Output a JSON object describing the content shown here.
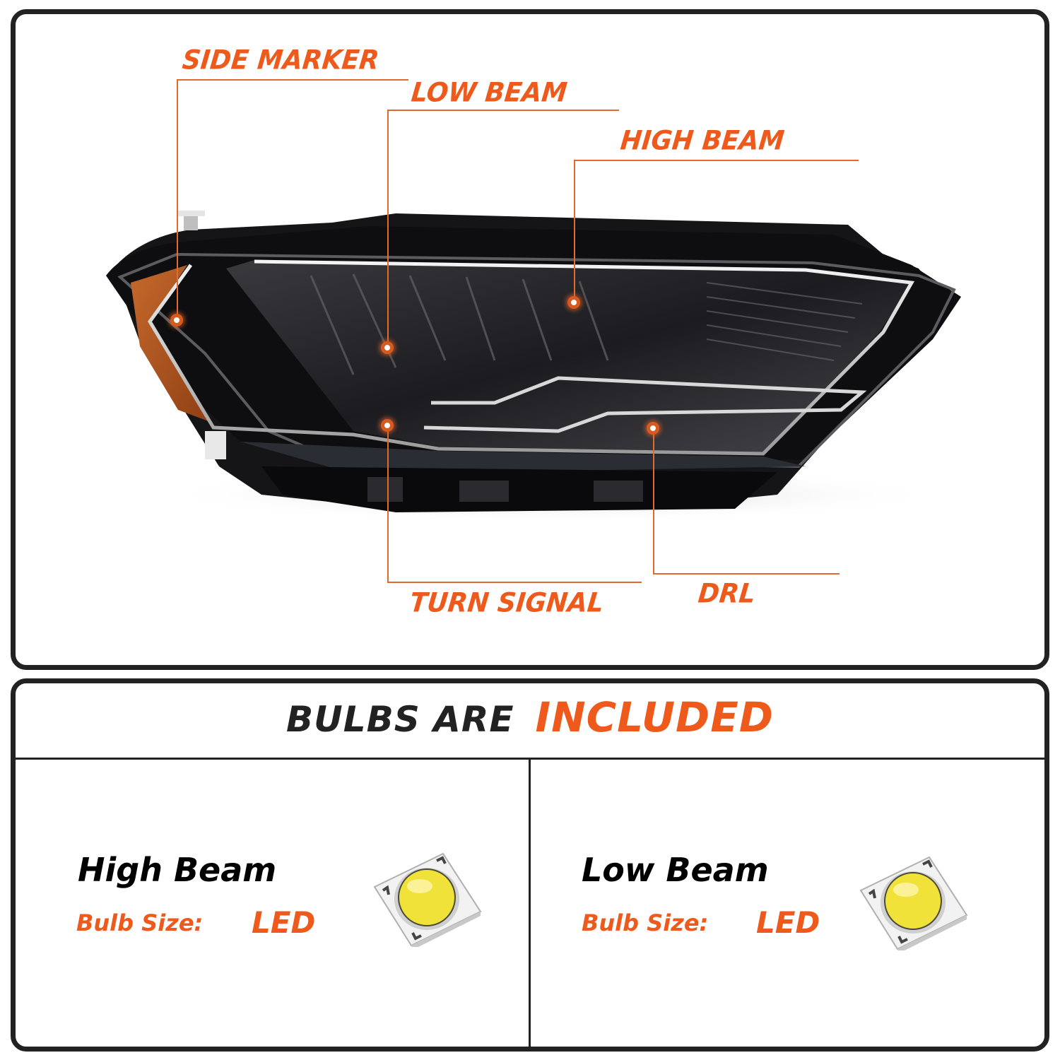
{
  "diagram": {
    "callouts": [
      {
        "id": "side-marker",
        "label": "SIDE MARKER"
      },
      {
        "id": "low-beam",
        "label": "LOW BEAM"
      },
      {
        "id": "high-beam",
        "label": "HIGH BEAM"
      },
      {
        "id": "turn-signal",
        "label": "TURN SIGNAL"
      },
      {
        "id": "drl",
        "label": "DRL"
      }
    ],
    "accent_color": "#EE5A1C",
    "frame_color": "#222222"
  },
  "bulbs": {
    "header_prefix": "BULBS ARE",
    "header_emphasis": "INCLUDED",
    "items": [
      {
        "title": "High Beam",
        "size_label": "Bulb Size:",
        "size_value": "LED",
        "icon": "led-chip-icon"
      },
      {
        "title": "Low Beam",
        "size_label": "Bulb Size:",
        "size_value": "LED",
        "icon": "led-chip-icon"
      }
    ]
  }
}
